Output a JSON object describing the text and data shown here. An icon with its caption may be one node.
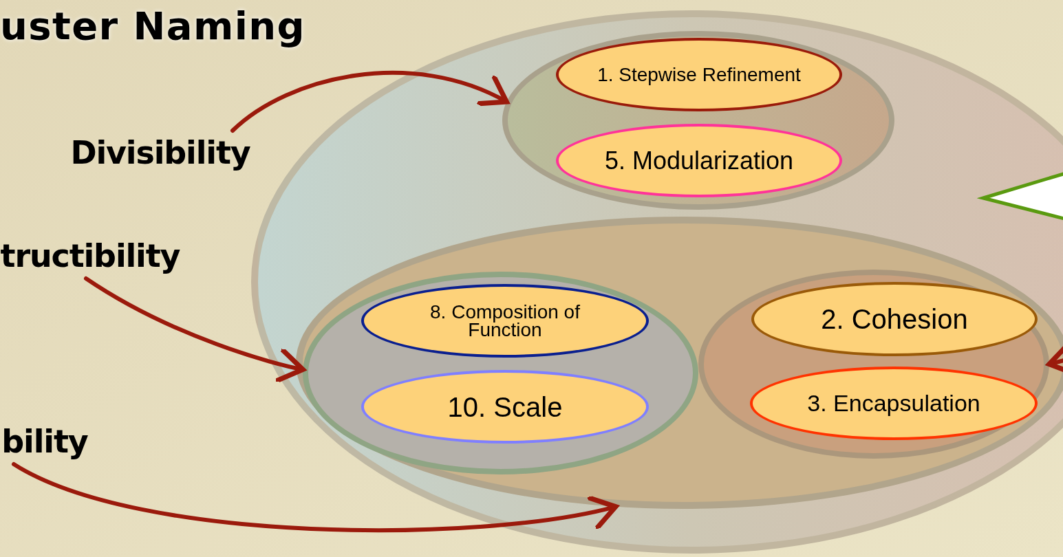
{
  "diagram": {
    "title": "uster Naming",
    "nodes": [
      {
        "text": [
          "Divisibility"
        ]
      },
      {
        "text": [
          "tructibility"
        ]
      },
      {
        "text": [
          "bility"
        ]
      },
      {
        "text": [],
        "shape": "ellipse"
      },
      {
        "text": [],
        "shape": "ellipse",
        "in": 3
      },
      {
        "text": [
          "1. Stepwise Refinement"
        ],
        "in": 4
      },
      {
        "text": [
          "5. Modularization"
        ],
        "in": 4
      },
      {
        "text": [],
        "shape": "ellipse",
        "in": 3
      },
      {
        "text": [],
        "shape": "ellipse",
        "in": 7
      },
      {
        "text": [
          "8. Composition of Function"
        ],
        "in": 8
      },
      {
        "text": [
          "10. Scale"
        ],
        "in": 8
      },
      {
        "text": [],
        "shape": "ellipse",
        "in": 7
      },
      {
        "text": [
          "2. Cohesion"
        ],
        "in": 11
      },
      {
        "text": [
          "3. Encapsulation"
        ],
        "in": 11
      },
      {
        "text": [],
        "shape": "callout",
        "in": 3
      }
    ],
    "edges": [
      {
        "from": 0,
        "to": 4,
        "arrow": "to"
      },
      {
        "from": 1,
        "to": 8,
        "arrow": "to"
      },
      {
        "from": 2,
        "to": 7,
        "arrow": "to"
      },
      {
        "from": null,
        "to": 11,
        "arrow": "to"
      }
    ]
  }
}
